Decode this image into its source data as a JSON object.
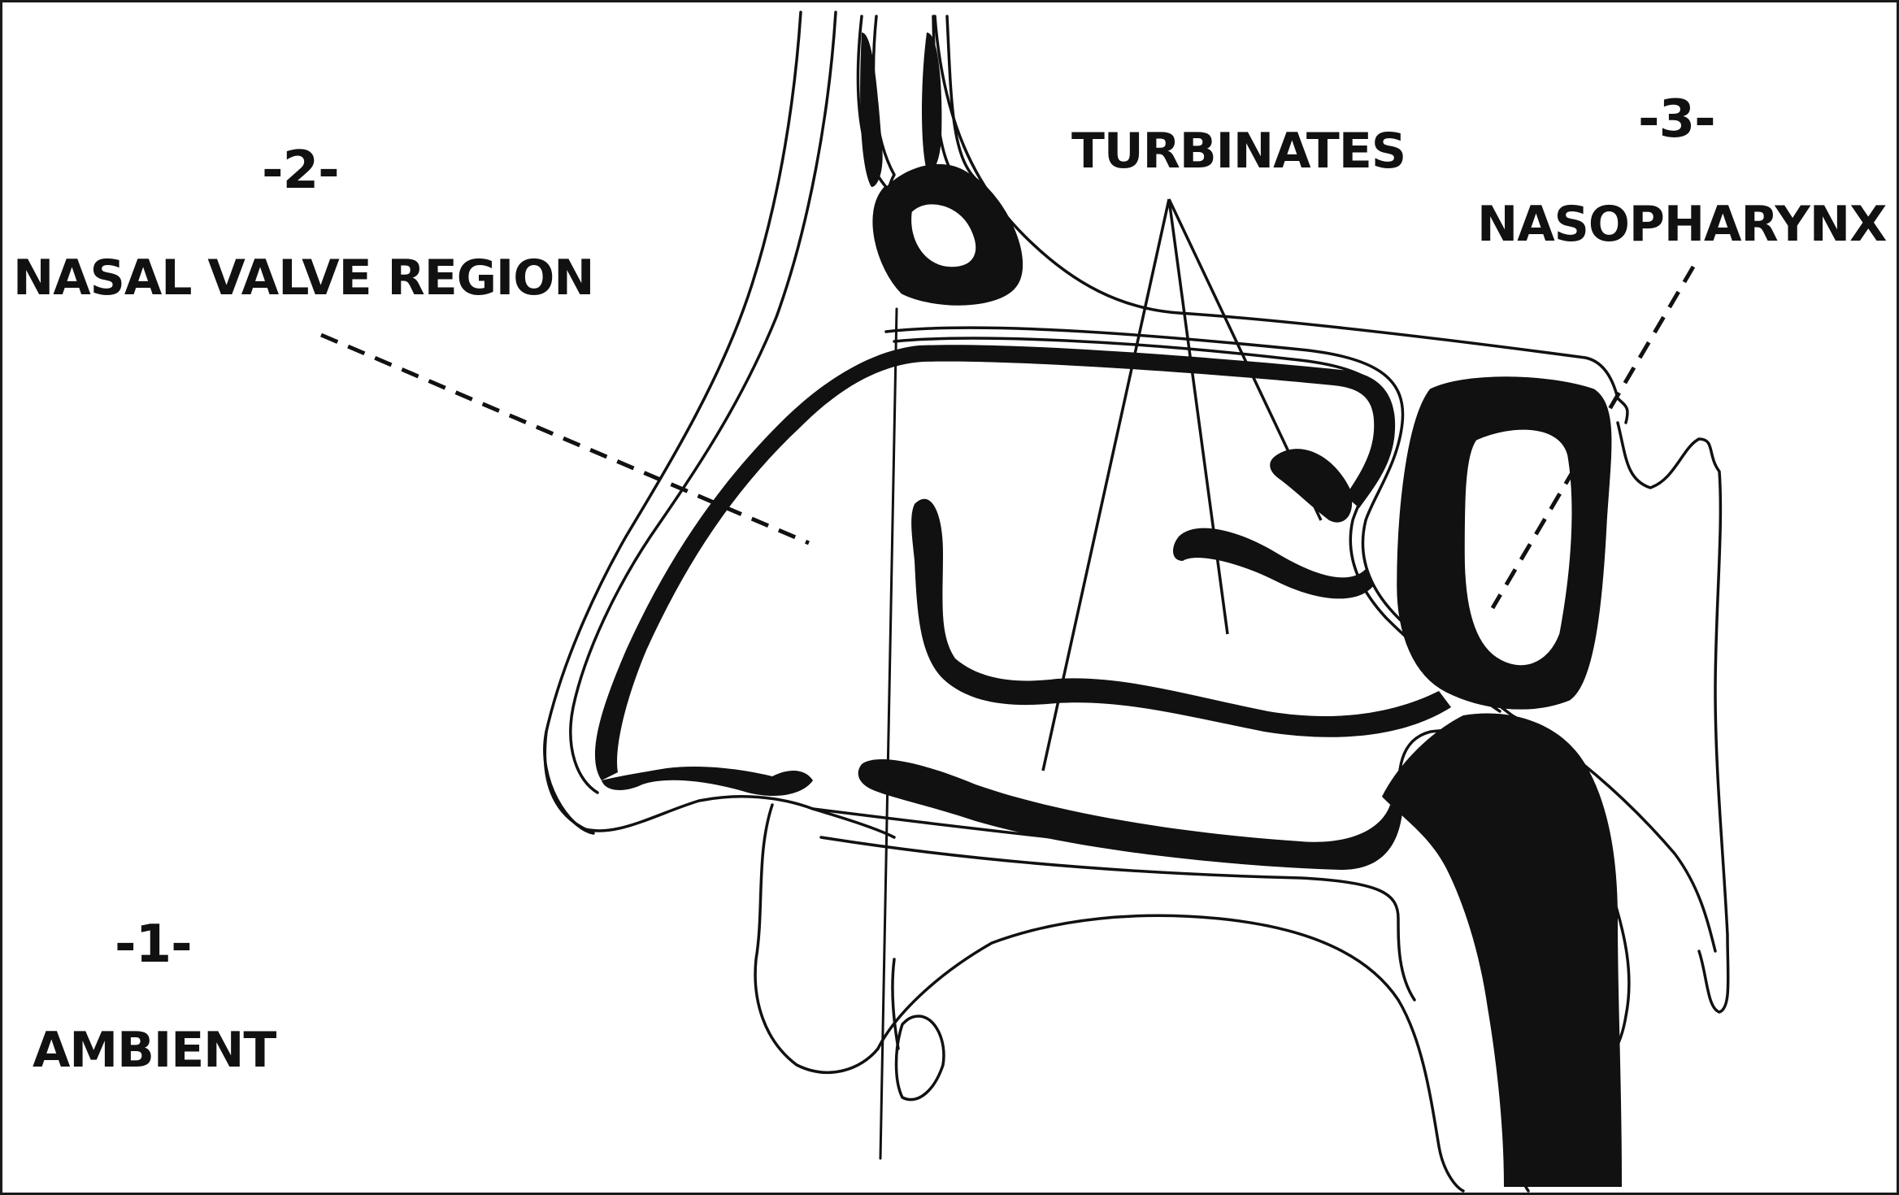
{
  "labels": {
    "region2_number": "-2-",
    "region2_name": "NASAL VALVE REGION",
    "turbinates": "TURBINATES",
    "region3_number": "-3-",
    "region3_name": "NASOPHARYNX",
    "region1_number": "-1-",
    "region1_name": "AMBIENT"
  },
  "colors": {
    "background": "#ffffff",
    "ink": "#111111",
    "frame": "#1a1a1a"
  }
}
